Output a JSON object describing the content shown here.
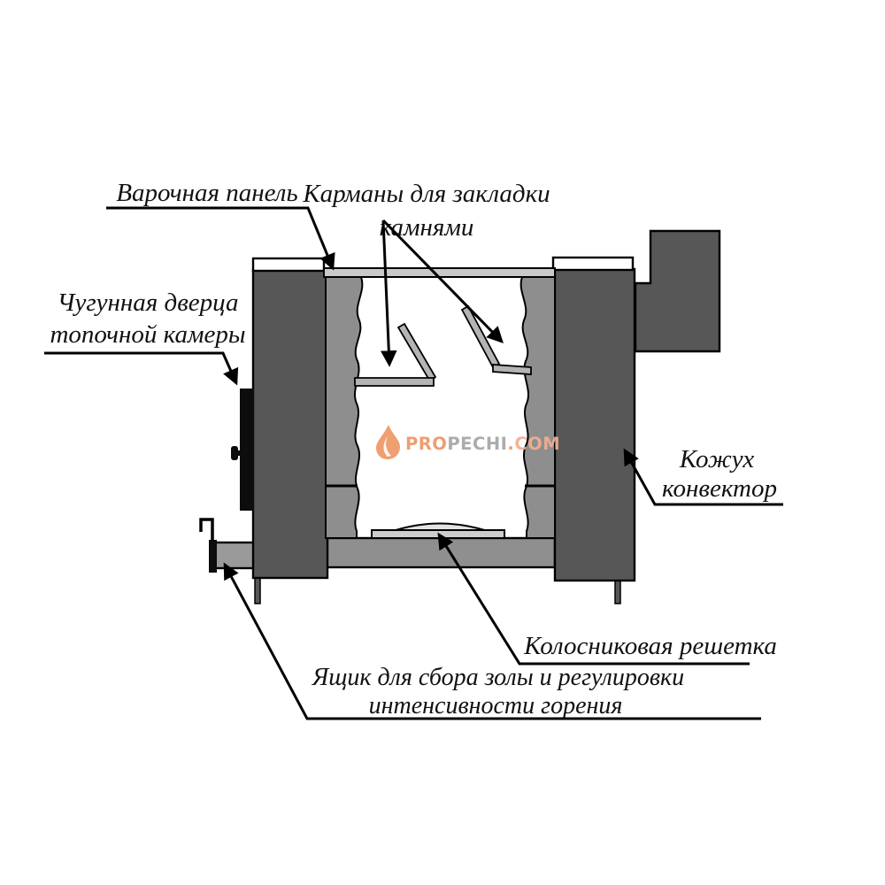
{
  "diagram": {
    "labels": {
      "cooking_panel": {
        "text": "Варочная панель"
      },
      "stone_pockets": {
        "line1": "Карманы для закладки",
        "line2": "камнями"
      },
      "cast_iron_door": {
        "line1": "Чугунная дверца",
        "line2": "топочной камеры"
      },
      "convector_casing": {
        "line1": "Кожух",
        "line2": "конвектор"
      },
      "grate": {
        "text": "Колосниковая решетка"
      },
      "ash_box": {
        "line1": "Ящик для сбора золы и регулировки",
        "line2": "интенсивности горения"
      }
    },
    "watermark": {
      "pro": "PRO",
      "pechi": "PECHI",
      "dot": ".",
      "com": "COM",
      "flame_color": "#ef9766",
      "pro_color": "#ee9565",
      "pechi_color": "#a5a5a5",
      "com_color": "#f1ae92"
    },
    "colors": {
      "body_dark": "#575757",
      "lining_gray": "#8e8e8e",
      "band_gray": "#8f8f8f",
      "panel_light": "#c9c9c9",
      "drawer_gray": "#9a9a9a",
      "pocket_gray": "#b4b4b4",
      "grate_tray": "#cdcdcd",
      "grate_dome": "#e2e2e2",
      "door_black": "#0d0d0d"
    }
  }
}
